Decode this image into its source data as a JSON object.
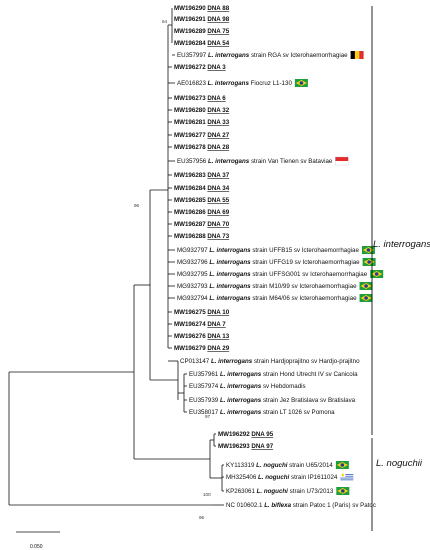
{
  "colors": {
    "branch": "#111111",
    "brazil_green": "#1e9e3a",
    "brazil_yellow": "#f7d117",
    "brazil_blue": "#1c3f94"
  },
  "taxa": [
    {
      "acc": "MW196290",
      "dna": "DNA 88"
    },
    {
      "acc": "MW196291",
      "dna": "DNA 98"
    },
    {
      "acc": "MW196289",
      "dna": "DNA 75"
    },
    {
      "acc": "MW196284",
      "dna": "DNA 54"
    },
    {
      "acc": "EU357997",
      "sp": "L. interrogans",
      "rest": "strain RGA sv Icterohaemorrhagiae",
      "flag": "belgium"
    },
    {
      "acc": "MW196272",
      "dna": "DNA 3"
    },
    {
      "acc": "AE016823",
      "sp": "L. interrogans",
      "rest": "Fiocruz L1-130",
      "flag": "brazil"
    },
    {
      "acc": "MW196273",
      "dna": "DNA 6"
    },
    {
      "acc": "MW196280",
      "dna": "DNA 32"
    },
    {
      "acc": "MW196281",
      "dna": "DNA 33"
    },
    {
      "acc": "MW196277",
      "dna": "DNA 27"
    },
    {
      "acc": "MW196278",
      "dna": "DNA 28"
    },
    {
      "acc": "EU357956",
      "sp": "L. interrogans",
      "rest": "strain Van Tienen sv Bataviae",
      "flag": "indonesia"
    },
    {
      "acc": "MW196283",
      "dna": "DNA 37"
    },
    {
      "acc": "MW196284",
      "dna": "DNA 34"
    },
    {
      "acc": "MW196285",
      "dna": "DNA 55"
    },
    {
      "acc": "MW196286",
      "dna": "DNA 69"
    },
    {
      "acc": "MW196287",
      "dna": "DNA 70"
    },
    {
      "acc": "MW196288",
      "dna": "DNA 73"
    },
    {
      "acc": "MG932797",
      "sp": "L. interrogans",
      "rest": "strain UFFB15 sv Icterohaemorrhagiae",
      "flag": "brazil"
    },
    {
      "acc": "MG932796",
      "sp": "L. interrogans",
      "rest": "strain UFFG19 sv Icterohaemorrhagiae",
      "flag": "brazil"
    },
    {
      "acc": "MG932795",
      "sp": "L. interrogans",
      "rest": "strain UFFSG001 sv Icterohaemorrhagiae",
      "flag": "brazil"
    },
    {
      "acc": "MG932793",
      "sp": "L. interrogans",
      "rest": "strain M10/99 sv Icterohaemorrhagiae",
      "flag": "brazil"
    },
    {
      "acc": "MG932794",
      "sp": "L. interrogans",
      "rest": "strain M64/06 sv Icterohaemorrhagiae",
      "flag": "brazil"
    },
    {
      "acc": "MW196275",
      "dna": "DNA 10"
    },
    {
      "acc": "MW196274",
      "dna": "DNA 7"
    },
    {
      "acc": "MW196276",
      "dna": "DNA 13"
    },
    {
      "acc": "MW196279",
      "dna": "DNA 29"
    },
    {
      "acc": "CP013147",
      "sp": "L. interrogans",
      "rest": "strain Hardjoprajitno sv Hardjo-prajitno"
    },
    {
      "acc": "EU357961",
      "sp": "L. interrogans",
      "rest": "strain Hond Utrecht IV sv Canicola"
    },
    {
      "acc": "EU357974",
      "sp": "L. interrogans",
      "rest": "sv Hebdomadis"
    },
    {
      "acc": "EU357939",
      "sp": "L. interrogans",
      "rest": "strain Jez Bratislava sv Bratislava"
    },
    {
      "acc": "EU358017",
      "sp": "L. interrogans",
      "rest": "strain LT 1026 sv Pomona"
    },
    {
      "acc": "MW196292",
      "dna": "DNA 95"
    },
    {
      "acc": "MW196293",
      "dna": "DNA 97"
    },
    {
      "acc": "KY113319",
      "sp": "L. noguchi",
      "rest": "strain U65/2014",
      "flag": "brazil"
    },
    {
      "acc": "MH325406",
      "sp": "L. noguchi",
      "rest": "strain IP1611024",
      "flag": "uruguay"
    },
    {
      "acc": "KP263061",
      "sp": "L. noguchi",
      "rest": "strain U73/2013",
      "flag": "brazil"
    },
    {
      "acc": "NC 010602.1",
      "sp": "L. biflexa",
      "rest": "strain Patoc 1 (Paris) sv Patoc"
    }
  ],
  "bootstrap": [
    "64",
    "96",
    "97",
    "100",
    "96"
  ],
  "clades": [
    {
      "name": "L. interrogans"
    },
    {
      "name": "L. noguchii"
    }
  ],
  "scale_bar": {
    "label": "0.050"
  }
}
